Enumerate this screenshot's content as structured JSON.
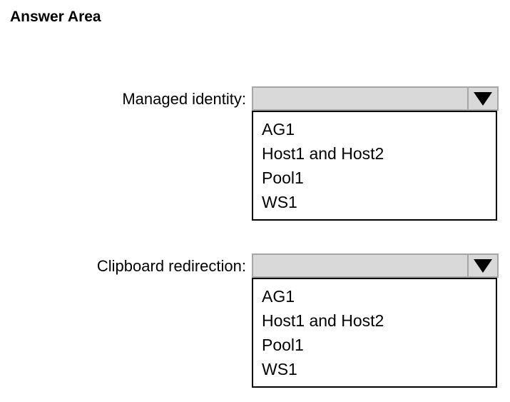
{
  "page": {
    "title": "Answer Area"
  },
  "colors": {
    "background": "#ffffff",
    "text": "#000000",
    "dropdown_fill": "#d9d9d9",
    "dropdown_border": "#a6a6a6",
    "list_border": "#000000",
    "arrow": "#000000"
  },
  "questions": [
    {
      "label": "Managed identity:",
      "selected_value": "",
      "options": [
        "AG1",
        "Host1 and Host2",
        "Pool1",
        "WS1"
      ]
    },
    {
      "label": "Clipboard redirection:",
      "selected_value": "",
      "options": [
        "AG1",
        "Host1 and Host2",
        "Pool1",
        "WS1"
      ]
    }
  ]
}
